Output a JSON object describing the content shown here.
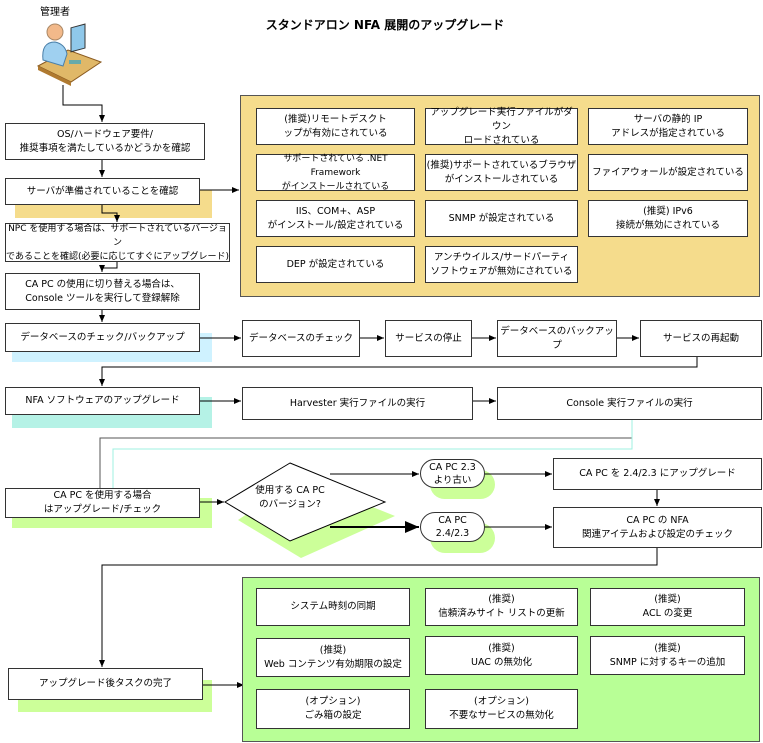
{
  "title": "スタンドアロン NFA 展開のアップグレード",
  "actor": {
    "label": "管理者",
    "icon": "administrator-at-computer-icon"
  },
  "colors": {
    "prep_panel": "#F5DC8C",
    "post_panel": "#B8FF96",
    "shadow_yellow": "#F5DC8C",
    "shadow_cyan": "#CFF2FF",
    "shadow_teal": "#B5F2E6",
    "shadow_green": "#CCFF99"
  },
  "steps": {
    "os_hw": "OS/ハードウェア要件/\n推奨事項を満たしているかどうかを確認",
    "server_ready": "サーバが準備されていることを確認",
    "npc": "NPC を使用する場合は、サポートされているバージョン\nであることを確認(必要に応じてすぐにアップグレード)",
    "capc_switch": "CA PC の使用に切り替える場合は、\nConsole ツールを実行して登録解除",
    "db": "データベースのチェック/バックアップ",
    "nfa": "NFA ソフトウェアのアップグレード",
    "capc_upgrade": "CA PC を使用する場合\nはアップグレード/チェック",
    "post": "アップグレード後タスクの完了"
  },
  "prep_items": [
    "(推奨)リモートデスクト\nップが有効にされている",
    "アップグレード実行ファイルがダウン\nロードされている",
    "サーバの静的 IP\nアドレスが指定されている",
    "サポートされている .NET Framework\nがインストールされている",
    "(推奨)サポートされているブラウザ\nがインストールされている",
    "ファイアウォールが設定されている",
    "IIS、COM+、ASP\nがインストール/設定されている",
    "SNMP が設定されている",
    "(推奨) IPv6\n接続が無効にされている",
    "DEP が設定されている",
    "アンチウイルス/サードパーティ\nソフトウェアが無効にされている"
  ],
  "db_steps": [
    "データベースのチェック",
    "サービスの停止",
    "データベースのバックアップ",
    "サービスの再起動"
  ],
  "nfa_steps": [
    "Harvester 実行ファイルの実行",
    "Console 実行ファイルの実行"
  ],
  "capc": {
    "decision": "使用する CA PC\nのバージョン?",
    "older": "CA PC 2.3\nより古い",
    "current": "CA PC 2.4/2.3",
    "upgrade": "CA PC を 2.4/2.3 にアップグレード",
    "check": "CA PC の NFA\n関連アイテムおよび設定のチェック"
  },
  "post_items": [
    "システム時刻の同期",
    "(推奨)\n信頼済みサイト リストの更新",
    "(推奨)\nACL の変更",
    "(推奨)\nWeb コンテンツ有効期限の設定",
    "(推奨)\nUAC の無効化",
    "(推奨)\nSNMP に対するキーの追加",
    "(オプション)\nごみ箱の設定",
    "(オプション)\n不要なサービスの無効化"
  ]
}
